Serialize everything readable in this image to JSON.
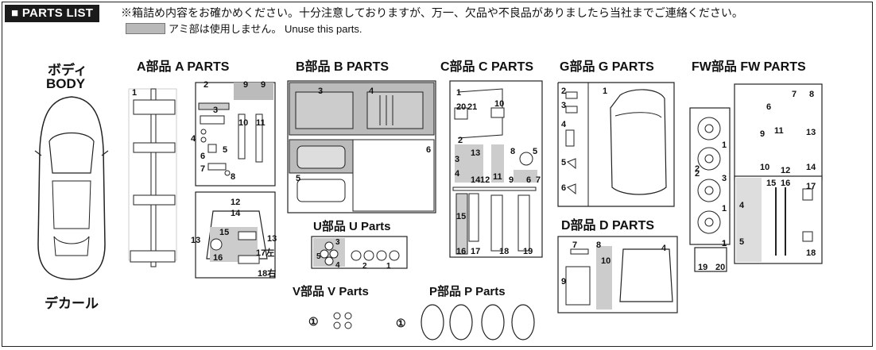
{
  "header": {
    "badge": "■ PARTS LIST",
    "notice": "※箱詰め内容をお確かめください。十分注意しておりますが、万一、欠品や不良品がありましたら当社までご連絡ください。",
    "unuse_note": "アミ部は使用しません。 Unuse this parts."
  },
  "body": {
    "title_jp": "ボディ",
    "title_en": "BODY"
  },
  "decal": {
    "title": "デカール"
  },
  "a_parts": {
    "title": "A部品 A PARTS",
    "labels": [
      "1",
      "2",
      "3",
      "9",
      "9",
      "4",
      "5",
      "10",
      "11",
      "6",
      "7",
      "8",
      "12",
      "14",
      "13",
      "15",
      "13",
      "16",
      "17左",
      "18右"
    ]
  },
  "b_parts": {
    "title": "B部品 B PARTS",
    "labels": [
      "3",
      "4",
      "6",
      "5"
    ]
  },
  "u_parts": {
    "title": "U部品 U Parts",
    "labels": [
      "3",
      "5",
      "4",
      "2",
      "1"
    ]
  },
  "c_parts": {
    "title": "C部品 C PARTS",
    "labels": [
      "1",
      "20",
      "21",
      "10",
      "2",
      "13",
      "8",
      "5",
      "3",
      "11",
      "9",
      "7",
      "6",
      "4",
      "14",
      "12",
      "15",
      "16",
      "17",
      "18",
      "19"
    ]
  },
  "g_parts": {
    "title": "G部品 G PARTS",
    "labels": [
      "2",
      "3",
      "4",
      "1",
      "5",
      "6"
    ]
  },
  "d_parts": {
    "title": "D部品 D PARTS",
    "labels": [
      "7",
      "8",
      "10",
      "9",
      "4"
    ]
  },
  "fw_parts": {
    "title": "FW部品 FW PARTS",
    "labels": [
      "1",
      "2",
      "3",
      "1",
      "2",
      "1",
      "1",
      "6",
      "7",
      "8",
      "9",
      "11",
      "13",
      "10",
      "12",
      "14",
      "15",
      "16",
      "17",
      "4",
      "5",
      "18",
      "19",
      "20"
    ]
  },
  "v_parts": {
    "title": "V部品 V Parts",
    "labels": [
      "①"
    ]
  },
  "p_parts": {
    "title": "P部品 P Parts",
    "labels": [
      "①"
    ]
  }
}
